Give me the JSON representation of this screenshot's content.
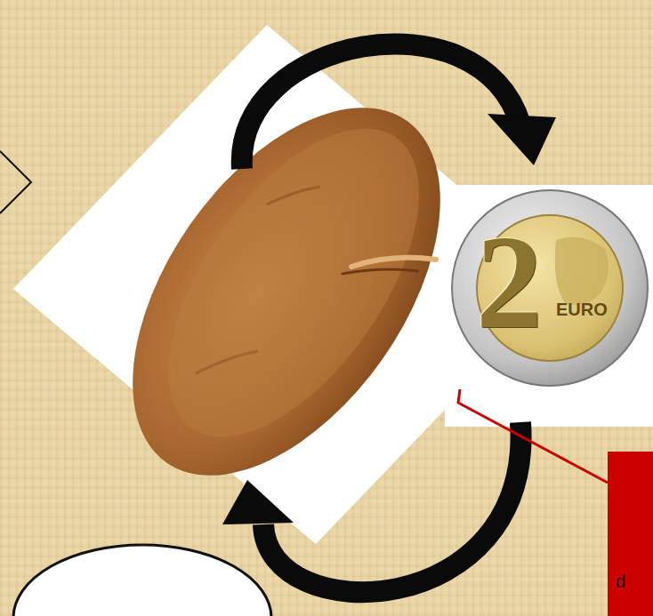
{
  "diagram": {
    "nodes": [
      {
        "text": [
          "2",
          "EURO"
        ]
      },
      {
        "text": [
          "d"
        ]
      }
    ],
    "edges": [
      {
        "from": 0,
        "to": 1,
        "arrow": "none"
      }
    ]
  }
}
